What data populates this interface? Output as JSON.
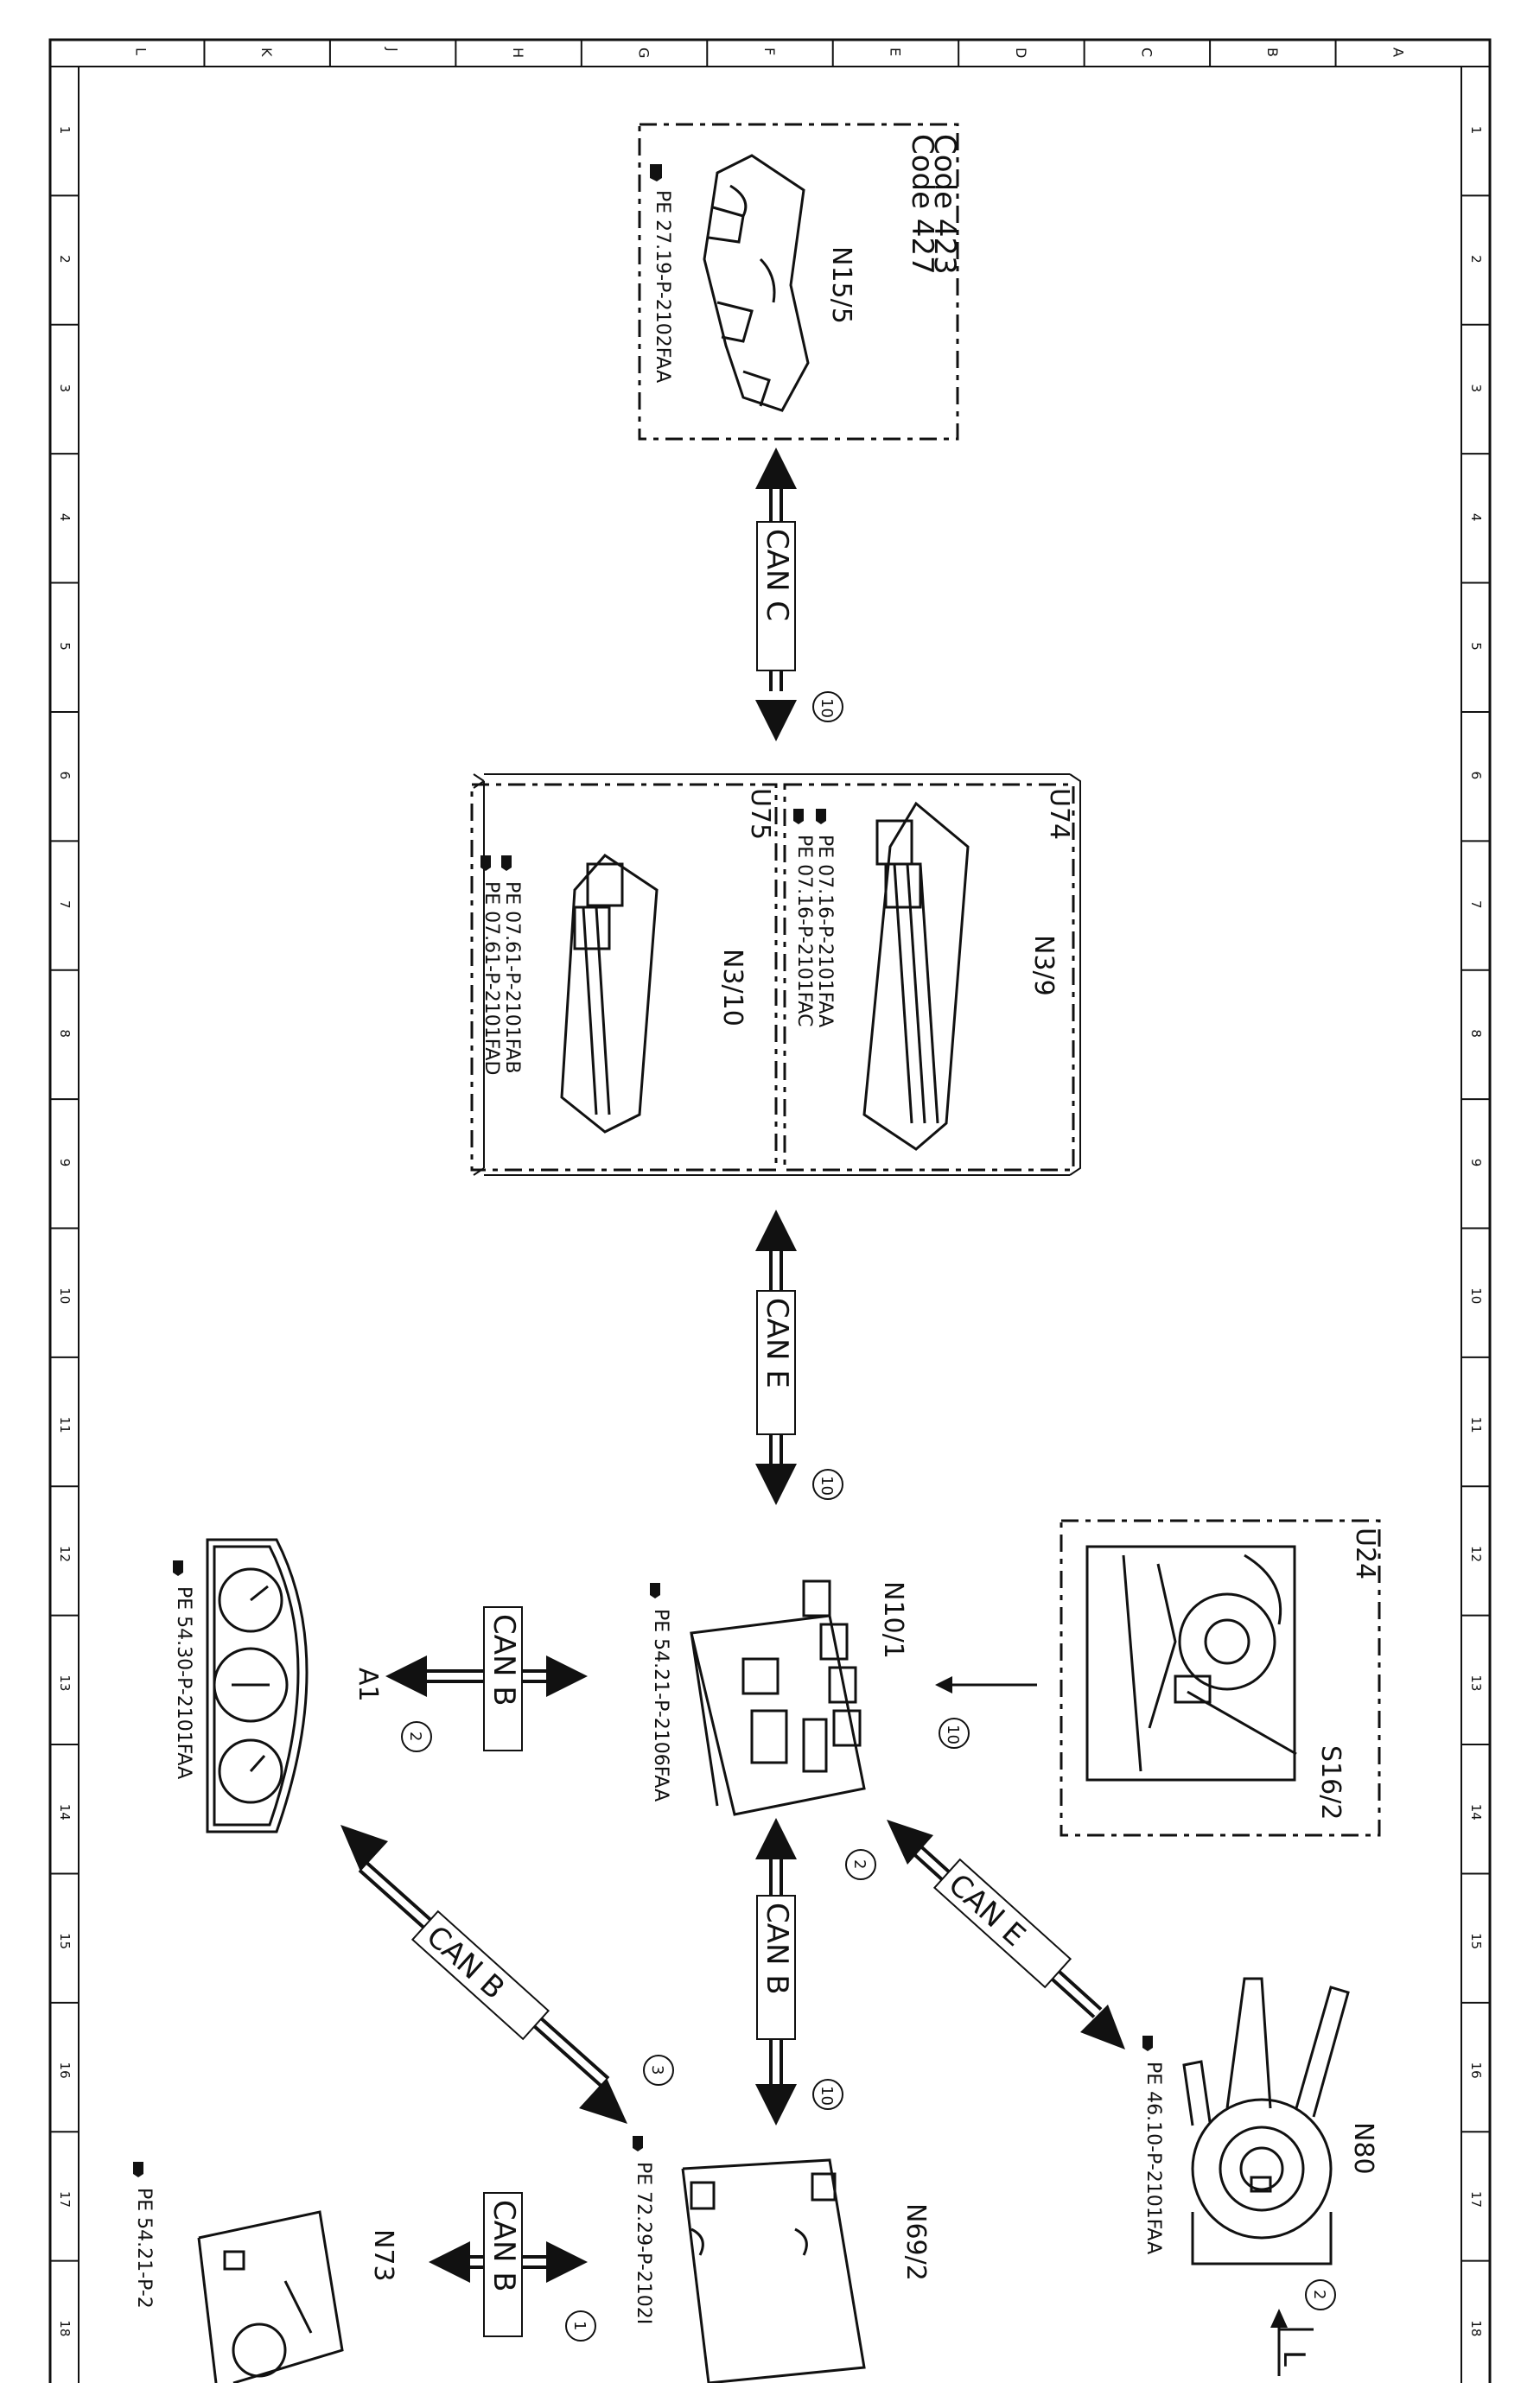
{
  "sheet": {
    "row_letters": [
      "L",
      "K",
      "J",
      "H",
      "G",
      "F",
      "E",
      "D",
      "C",
      "B",
      "A"
    ],
    "col_numbers": [
      "1",
      "2",
      "3",
      "4",
      "5",
      "6",
      "7",
      "8",
      "9",
      "10",
      "11",
      "12",
      "13",
      "14",
      "15",
      "16",
      "17",
      "18"
    ]
  },
  "components": {
    "n15_5": {
      "code1": "Code 423",
      "code2": "Code 427",
      "id": "N15/5",
      "ref": "PE 27.19-P-2102FAA"
    },
    "u74": {
      "group": "U74",
      "id": "N3/9",
      "ref1": "PE 07.16-P-2101FAA",
      "ref2": "PE 07.16-P-2101FAC"
    },
    "u75": {
      "group": "U75",
      "id": "N3/10",
      "ref1": "PE 07.61-P-2101FAB",
      "ref2": "PE 07.61-P-2101FAD"
    },
    "n10_1": {
      "id": "N10/1",
      "ref": "PE 54.21-P-2106FAA"
    },
    "u24": {
      "group": "U24",
      "id": "S16/2"
    },
    "a1": {
      "id": "A1",
      "ref": "PE 54.30-P-2101FAA"
    },
    "n80": {
      "id": "N80",
      "ref": "PE 46.10-P-2101FAA"
    },
    "n69_2": {
      "id": "N69/2",
      "ref": "PE 72.29-P-2102I"
    },
    "n73": {
      "id": "N73",
      "ref": "PE 54.21-P-2"
    }
  },
  "buses": {
    "can_c": "CAN C",
    "can_e1": "CAN E",
    "can_b_a1": "CAN B",
    "can_b_diag": "CAN B",
    "can_b_n69": "CAN B",
    "can_e_diag": "CAN E",
    "can_b_n73": "CAN B"
  },
  "markers": {
    "m10a": "10",
    "m10b": "10",
    "m10c": "10",
    "m10d": "10",
    "m2a": "2",
    "m2b": "2",
    "m2c": "2",
    "m3": "3",
    "m1": "1"
  },
  "continuation": {
    "label": "L"
  }
}
